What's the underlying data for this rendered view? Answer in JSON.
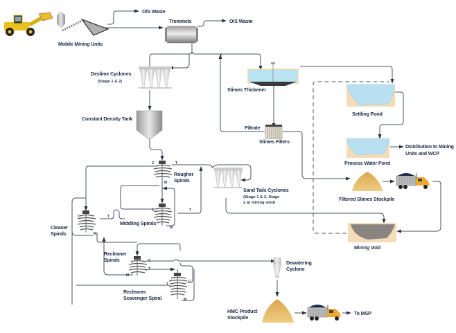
{
  "labels": {
    "mobile_mining_units": "Mobile Mining Units",
    "os_waste_1": "O/S Waste",
    "os_waste_2": "O/S Waste",
    "trommels": "Trommels",
    "deslime_cyclones": "Deslime Cyclones",
    "deslime_cyclones_sub": "(Stage 1 & 2)",
    "constant_density_tank": "Constant Density Tank",
    "slimes_thickener": "Slimes Thickener",
    "filtrate": "Filtrate",
    "slimes_filters": "Slimes Filters",
    "settling_pond": "Settling Pond",
    "process_water_pond": "Process Water Pond",
    "distribution_line1": "Distribution to Mining",
    "distribution_line2": "Units and WCP",
    "rougher_spirals_line1": "Rougher",
    "rougher_spirals_line2": "Spirals",
    "sand_tails_cyclones": "Sand Tails Cyclones",
    "sand_tails_sub1": "(Stage 1 & 2, Stage",
    "sand_tails_sub2": "2 at mining void)",
    "filtered_slimes_stockpile": "Filtered Slimes Stockpile",
    "middling_spirals": "Middling Spirals",
    "cleaner_spirals_line1": "Cleaner",
    "cleaner_spirals_line2": "Spirals",
    "mining_void": "Mining Void",
    "recleaner_spirals_line1": "Recleaner",
    "recleaner_spirals_line2": "Spirals",
    "recleaner_scavenger_line1": "Recleaner",
    "recleaner_scavenger_line2": "Scavenger Spiral",
    "dewatering_cyclone_line1": "Dewatering",
    "dewatering_cyclone_line2": "Cyclone",
    "hmc_stockpile_line1": "HMC Product",
    "hmc_stockpile_line2": "Stockpile",
    "to_msp": "To MSP"
  },
  "ports": {
    "concentrate": "C",
    "tails": "T",
    "middlings": "M"
  },
  "icons": {
    "loader": "front-end-loader-icon",
    "hopper": "hopper-icon",
    "conveyor": "screw-conveyor-icon",
    "trommel": "trommel-drum-icon",
    "cyclone_bank": "hydrocyclone-bank-icon",
    "tank": "conical-tank-icon",
    "thickener": "thickener-icon",
    "filter": "drum-filter-icon",
    "pond": "pond-icon",
    "spiral": "spiral-separator-icon",
    "stockpile": "stockpile-icon",
    "truck": "dump-truck-icon",
    "void": "mining-void-icon"
  },
  "colors": {
    "label_text": "#1f2d4a",
    "flow_line": "#4a5060",
    "water": "#b8e0f0",
    "sand": "#f5dcb8",
    "stockpile": "#e8c070",
    "void_fill": "#8a8580",
    "truck_cab": "#f0a830",
    "loader": "#e8c020"
  }
}
